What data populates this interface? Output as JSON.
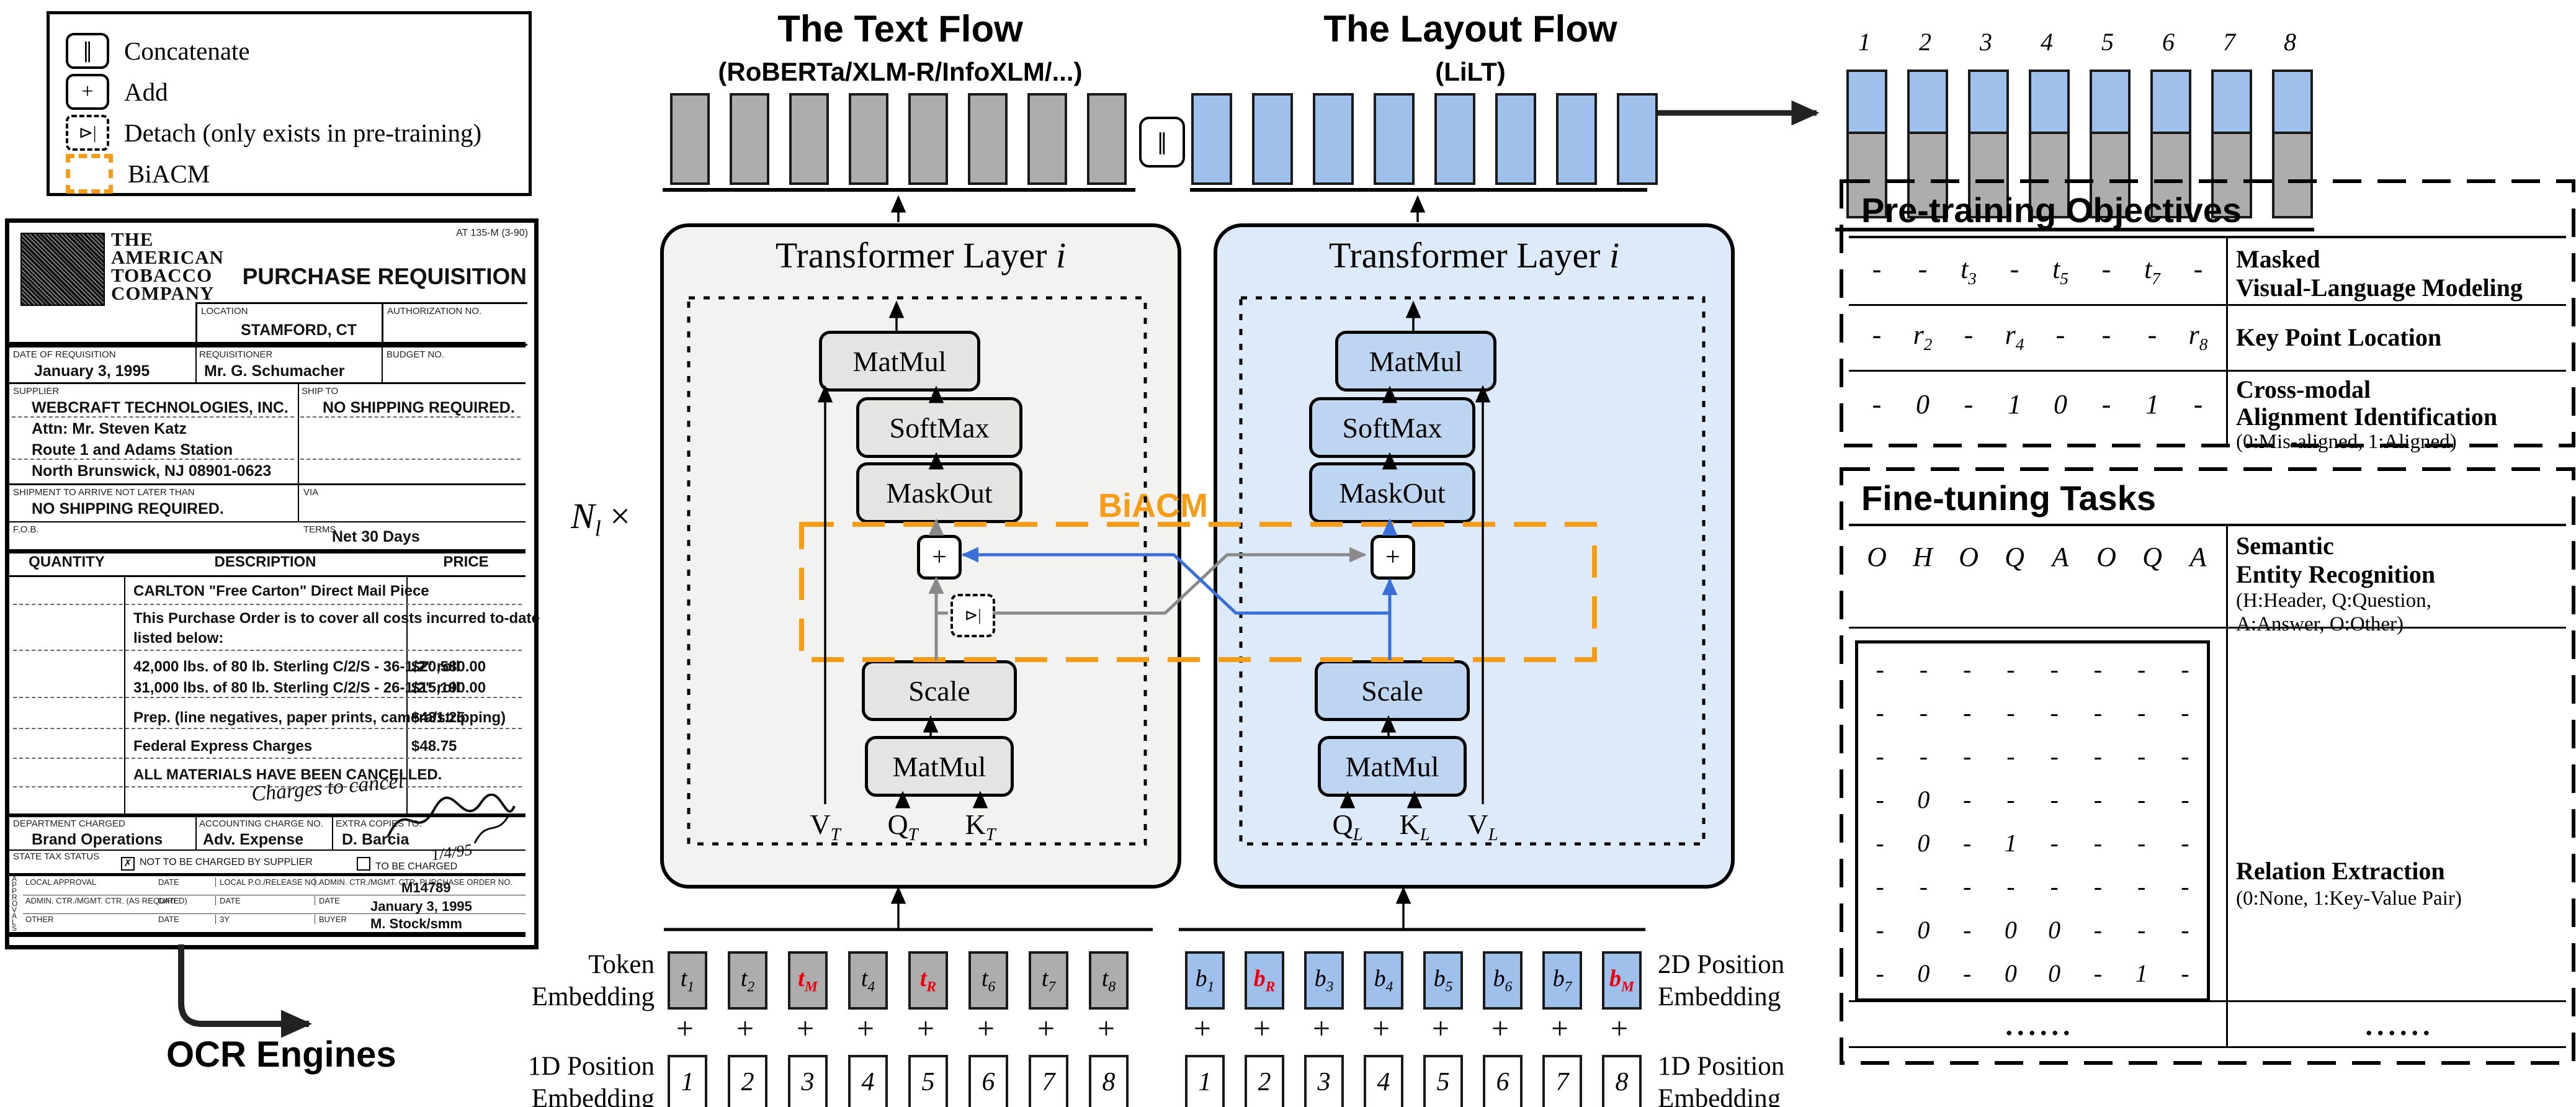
{
  "legend": {
    "items": [
      {
        "icon": "concat-icon",
        "symbol": "∥",
        "label": "Concatenate"
      },
      {
        "icon": "add-icon",
        "symbol": "+",
        "label": "Add"
      },
      {
        "icon": "detach-icon",
        "symbol": "⊳|",
        "label": "Detach (only exists in pre-training)"
      },
      {
        "icon": "biacm-icon",
        "symbol": "",
        "label": "BiACM"
      }
    ]
  },
  "flows": {
    "text": {
      "title": "The Text Flow",
      "subtitle": "(RoBERTa/XLM-R/InfoXLM/...)"
    },
    "layout": {
      "title": "The Layout Flow",
      "subtitle": "(LiLT)"
    },
    "concat_symbol": "∥",
    "layers_multiplier": "N_l ×"
  },
  "transformer": {
    "title": "Transformer Layer",
    "title_var": "i",
    "blocks": {
      "matmul": "MatMul",
      "softmax": "SoftMax",
      "maskout": "MaskOut",
      "scale": "Scale",
      "add": "+",
      "detach": "⊳|"
    },
    "text_inputs": [
      "V_T",
      "Q_T",
      "K_T"
    ],
    "layout_inputs": [
      "Q_L",
      "K_L",
      "V_L"
    ]
  },
  "biacm_label": "BiACM",
  "embeddings": {
    "token_label_lines": [
      "Token",
      "Embedding"
    ],
    "pos1d_left_lines": [
      "1D Position",
      "Embedding"
    ],
    "pos2d_lines": [
      "2D Position",
      "Embedding"
    ],
    "pos1d_right_lines": [
      "1D Position",
      "Embedding"
    ],
    "plus": "+",
    "text_tokens": [
      {
        "v": "t_1"
      },
      {
        "v": "t_2"
      },
      {
        "v": "t_M",
        "red": true
      },
      {
        "v": "t_4"
      },
      {
        "v": "t_R",
        "red": true
      },
      {
        "v": "t_6"
      },
      {
        "v": "t_7"
      },
      {
        "v": "t_8"
      }
    ],
    "layout_tokens": [
      {
        "v": "b_1"
      },
      {
        "v": "b_R",
        "red": true
      },
      {
        "v": "b_3"
      },
      {
        "v": "b_4"
      },
      {
        "v": "b_5"
      },
      {
        "v": "b_6"
      },
      {
        "v": "b_7"
      },
      {
        "v": "b_M",
        "red": true
      }
    ],
    "positions": [
      "1",
      "2",
      "3",
      "4",
      "5",
      "6",
      "7",
      "8"
    ]
  },
  "prediction": {
    "indices": [
      "1",
      "2",
      "3",
      "4",
      "5",
      "6",
      "7",
      "8"
    ]
  },
  "pretraining": {
    "title": "Pre-training Objectives",
    "rows": [
      {
        "cells": [
          "-",
          "-",
          "t_3",
          "-",
          "t_5",
          "-",
          "t_7",
          "-"
        ],
        "bold_lines": [
          "Masked",
          "Visual-Language Modeling"
        ],
        "small_lines": []
      },
      {
        "cells": [
          "-",
          "r_2",
          "-",
          "r_4",
          "-",
          "-",
          "-",
          "r_8"
        ],
        "bold_lines": [
          "Key Point Location"
        ],
        "small_lines": []
      },
      {
        "cells": [
          "-",
          "0",
          "-",
          "1",
          "0",
          "-",
          "1",
          "-"
        ],
        "bold_lines": [
          "Cross-modal",
          "Alignment Identification"
        ],
        "small_lines": [
          "(0:Mis-aligned, 1:Aligned)"
        ]
      }
    ]
  },
  "finetuning": {
    "title": "Fine-tuning Tasks",
    "ser": {
      "cells": [
        "O",
        "H",
        "O",
        "Q",
        "A",
        "O",
        "Q",
        "A"
      ],
      "bold_lines": [
        "Semantic",
        "Entity Recognition"
      ],
      "small_lines": [
        "(H:Header, Q:Question,",
        "A:Answer, O:Other)"
      ]
    },
    "re": {
      "matrix": [
        [
          "-",
          "-",
          "-",
          "-",
          "-",
          "-",
          "-",
          "-"
        ],
        [
          "-",
          "-",
          "-",
          "-",
          "-",
          "-",
          "-",
          "-"
        ],
        [
          "-",
          "-",
          "-",
          "-",
          "-",
          "-",
          "-",
          "-"
        ],
        [
          "-",
          "0",
          "-",
          "-",
          "-",
          "-",
          "-",
          "-"
        ],
        [
          "-",
          "0",
          "-",
          "1",
          "-",
          "-",
          "-",
          "-"
        ],
        [
          "-",
          "-",
          "-",
          "-",
          "-",
          "-",
          "-",
          "-"
        ],
        [
          "-",
          "0",
          "-",
          "0",
          "0",
          "-",
          "-",
          "-"
        ],
        [
          "-",
          "0",
          "-",
          "0",
          "0",
          "-",
          "1",
          "-"
        ]
      ],
      "bold_lines": [
        "Relation Extraction"
      ],
      "small_lines": [
        "(0:None, 1:Key-Value Pair)"
      ]
    },
    "ellipsis": "......"
  },
  "ocr": {
    "label": "OCR Engines"
  },
  "document": {
    "form_code": "AT 135-M (3-90)",
    "company_lines": [
      "THE",
      "AMERICAN",
      "TOBACCO",
      "COMPANY"
    ],
    "title": "PURCHASE REQUISITION",
    "location_label": "LOCATION",
    "location": "STAMFORD, CT",
    "authorization_label": "AUTHORIZATION NO.",
    "date_label": "DATE OF REQUISITION",
    "date": "January 3, 1995",
    "requisitioner_label": "REQUISITIONER",
    "requisitioner": "Mr. G. Schumacher",
    "budget_label": "BUDGET NO.",
    "supplier_label": "SUPPLIER",
    "supplier_lines": [
      "WEBCRAFT TECHNOLOGIES, INC.",
      "Attn: Mr. Steven Katz",
      "Route 1 and Adams Station",
      "North Brunswick, NJ 08901-0623"
    ],
    "shipto_label": "SHIP TO",
    "shipto": "NO SHIPPING REQUIRED.",
    "arrive_label": "SHIPMENT TO ARRIVE NOT LATER THAN",
    "arrive": "NO SHIPPING REQUIRED.",
    "via_label": "VIA",
    "fob_label": "F.O.B.",
    "terms_label": "TERMS",
    "terms": "Net 30 Days",
    "quantity_col": "QUANTITY",
    "description_col": "DESCRIPTION",
    "price_col": "PRICE",
    "items": [
      {
        "desc": "CARLTON \"Free Carton\" Direct Mail Piece",
        "price": ""
      },
      {
        "desc": "This Purchase Order is to cover all costs incurred to-date",
        "price": ""
      },
      {
        "desc": "listed below:",
        "price": ""
      },
      {
        "desc": "42,000 lbs. of 80 lb. Sterling C/2/S - 36-1/2\" roll",
        "price": "$20,580.00"
      },
      {
        "desc": "31,000 lbs. of 80 lb. Sterling C/2/S - 26-1/2\" roll",
        "price": "$15,190.00"
      },
      {
        "desc": "Prep. (line negatives, paper prints, camera/stripping)",
        "price": "$431.25"
      },
      {
        "desc": "Federal Express Charges",
        "price": "$48.75"
      },
      {
        "desc": "ALL MATERIALS HAVE BEEN CANCELLED.",
        "price": ""
      }
    ],
    "handwriting": "Charges to cancel",
    "handwriting_date": "1/4/95",
    "dept_label": "DEPARTMENT CHARGED",
    "dept": "Brand Operations",
    "acct_label": "ACCOUNTING CHARGE NO.",
    "acct": "Adv. Expense",
    "copies_label": "EXTRA COPIES TO:",
    "copies": "D. Barcia",
    "tax_label": "STATE TAX STATUS",
    "tax_checked": "NOT TO BE CHARGED BY SUPPLIER",
    "tax_unchecked": "TO BE CHARGED",
    "approvals_vertical": "APPROVALS",
    "approval_rows": [
      {
        "c1": "LOCAL APPROVAL",
        "c1b": "DATE",
        "c2": "LOCAL P.O./RELEASE NO.",
        "c3": "ADMIN. CTR./MGMT. CTR. PURCHASE ORDER NO.",
        "v": "M14789"
      },
      {
        "c1": "ADMIN. CTR./MGMT. CTR. (AS REQUIRED)",
        "c1b": "DATE",
        "c2": "DATE",
        "c3": "DATE",
        "v": "January 3, 1995"
      },
      {
        "c1": "OTHER",
        "c1b": "DATE",
        "c2": "3Y",
        "c3": "BUYER",
        "v": "M. Stock/smm"
      }
    ]
  }
}
